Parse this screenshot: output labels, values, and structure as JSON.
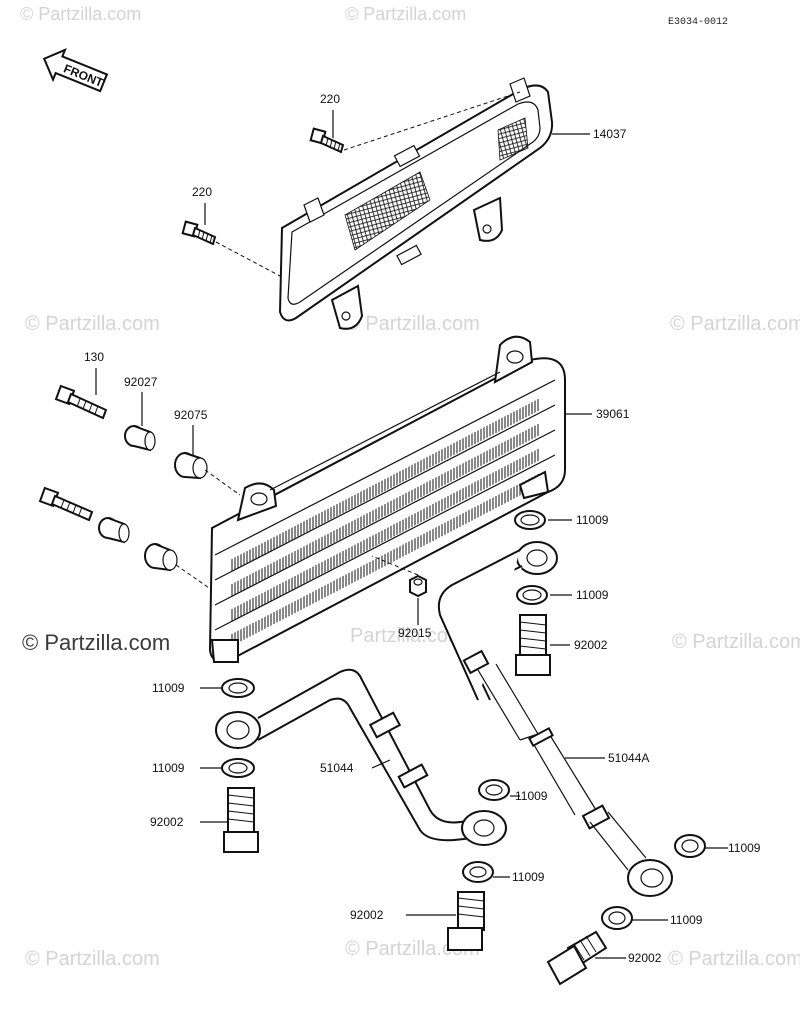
{
  "diagram_code": "E3034-0012",
  "front_label": "FRONT",
  "watermark": {
    "text": "© Partzilla.com",
    "text_short": "Partzilla.com"
  },
  "labels": {
    "p14037": "14037",
    "p220a": "220",
    "p220b": "220",
    "p130": "130",
    "p92027": "92027",
    "p92075": "92075",
    "p39061": "39061",
    "p11009_a": "11009",
    "p11009_b": "11009",
    "p92002_a": "92002",
    "p92015": "92015",
    "p11009_c": "11009",
    "p11009_d": "11009",
    "p51044": "51044",
    "p51044A": "51044A",
    "p92002_b": "92002",
    "p11009_e": "11009",
    "p11009_f": "11009",
    "p11009_g": "11009",
    "p92002_c": "92002",
    "p11009_h": "11009",
    "p92002_d": "92002"
  }
}
